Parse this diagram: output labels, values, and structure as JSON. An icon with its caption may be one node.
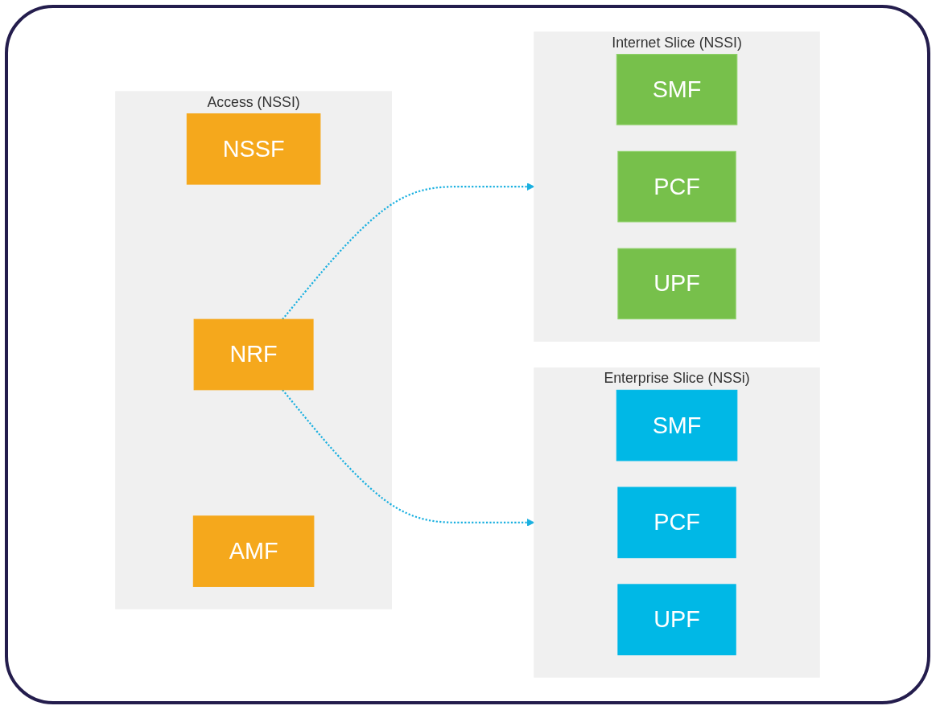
{
  "diagram": {
    "nodes": [
      {
        "text": [
          "Access (NSSI)"
        ]
      },
      {
        "text": [
          "NSSF"
        ],
        "in": 0
      },
      {
        "text": [
          "NRF"
        ],
        "in": 0
      },
      {
        "text": [
          "AMF"
        ],
        "in": 0
      },
      {
        "text": [
          "Internet Slice (NSSI)"
        ]
      },
      {
        "text": [
          "SMF"
        ],
        "in": 4
      },
      {
        "text": [
          "PCF"
        ],
        "in": 4
      },
      {
        "text": [
          "UPF"
        ],
        "in": 4
      },
      {
        "text": [
          "Enterprise Slice (NSSi)"
        ]
      },
      {
        "text": [
          "SMF"
        ],
        "in": 8
      },
      {
        "text": [
          "PCF"
        ],
        "in": 8
      },
      {
        "text": [
          "UPF"
        ],
        "in": 8
      }
    ],
    "edges": [
      {
        "from": 2,
        "to": 4,
        "arrow": "to",
        "style": "dashed",
        "color": "#1ab0e0"
      },
      {
        "from": 2,
        "to": 8,
        "arrow": "to",
        "style": "dashed",
        "color": "#1ab0e0"
      }
    ]
  }
}
